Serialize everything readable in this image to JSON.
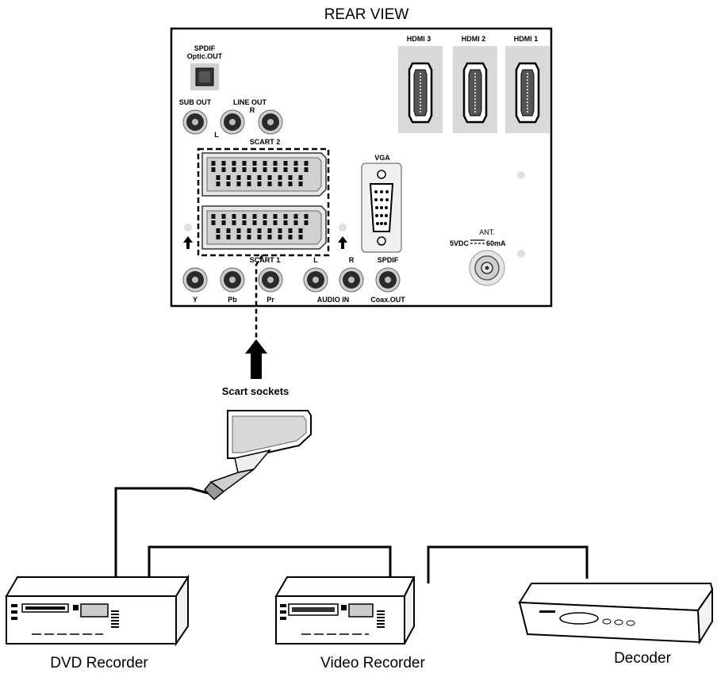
{
  "title": "REAR VIEW",
  "spdif_optic": {
    "line1": "SPDIF",
    "line2": "Optic.OUT"
  },
  "hdmi": [
    "HDMI 3",
    "HDMI 2",
    "HDMI 1"
  ],
  "sub_out": "SUB OUT",
  "line_out": {
    "label": "LINE OUT",
    "left": "L",
    "right": "R"
  },
  "scart2": "SCART 2",
  "scart1": "SCART 1",
  "vga": "VGA",
  "antenna": {
    "label": "ANT.",
    "rating_left": "5VDC",
    "rating_right": "60mA"
  },
  "component": {
    "y": "Y",
    "pb": "Pb",
    "pr": "Pr"
  },
  "audio_in": {
    "left": "L",
    "right": "R",
    "label": "AUDIO IN"
  },
  "spdif_coax": {
    "line1": "SPDIF",
    "line2": "Coax.OUT"
  },
  "scart_caption": "Scart sockets",
  "devices": {
    "dvd": "DVD Recorder",
    "video": "Video Recorder",
    "decoder": "Decoder"
  },
  "colors": {
    "panel": "#ffffff",
    "port_ring": "#d0d0d0",
    "port_center": "#1a1a1a",
    "hdmi_bg": "#d9d9d9"
  }
}
